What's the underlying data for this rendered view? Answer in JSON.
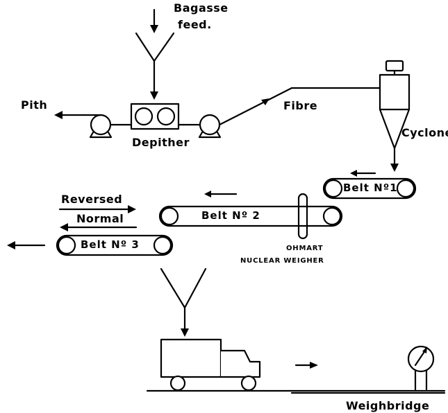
{
  "labels": {
    "bagasse_feed_line1": "Bagasse",
    "bagasse_feed_line2": "feed.",
    "pith": "Pith",
    "depither": "Depither",
    "fibre": "Fibre",
    "cyclone": "Cyclone",
    "belt1": "Belt Nº1",
    "belt2": "Belt   Nº 2",
    "belt3": "Belt   Nº 3",
    "reversed": "Reversed",
    "normal": "Normal",
    "weigher_line1": "OHMART",
    "weigher_line2": "NUCLEAR  WEIGHER",
    "weighbridge": "Weighbridge"
  }
}
